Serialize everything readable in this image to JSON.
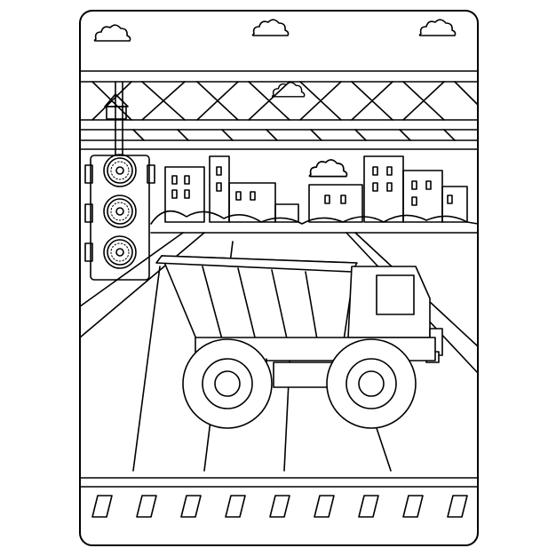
{
  "image": {
    "kind": "coloring-page",
    "subject": "dump-truck",
    "colors": {
      "ink": "#000000",
      "paper": "#ffffff"
    },
    "elements": [
      "page-frame",
      "clouds",
      "steel-truss-bridge",
      "traffic-light",
      "city-skyline",
      "road",
      "dump-truck",
      "crosswalk"
    ]
  }
}
